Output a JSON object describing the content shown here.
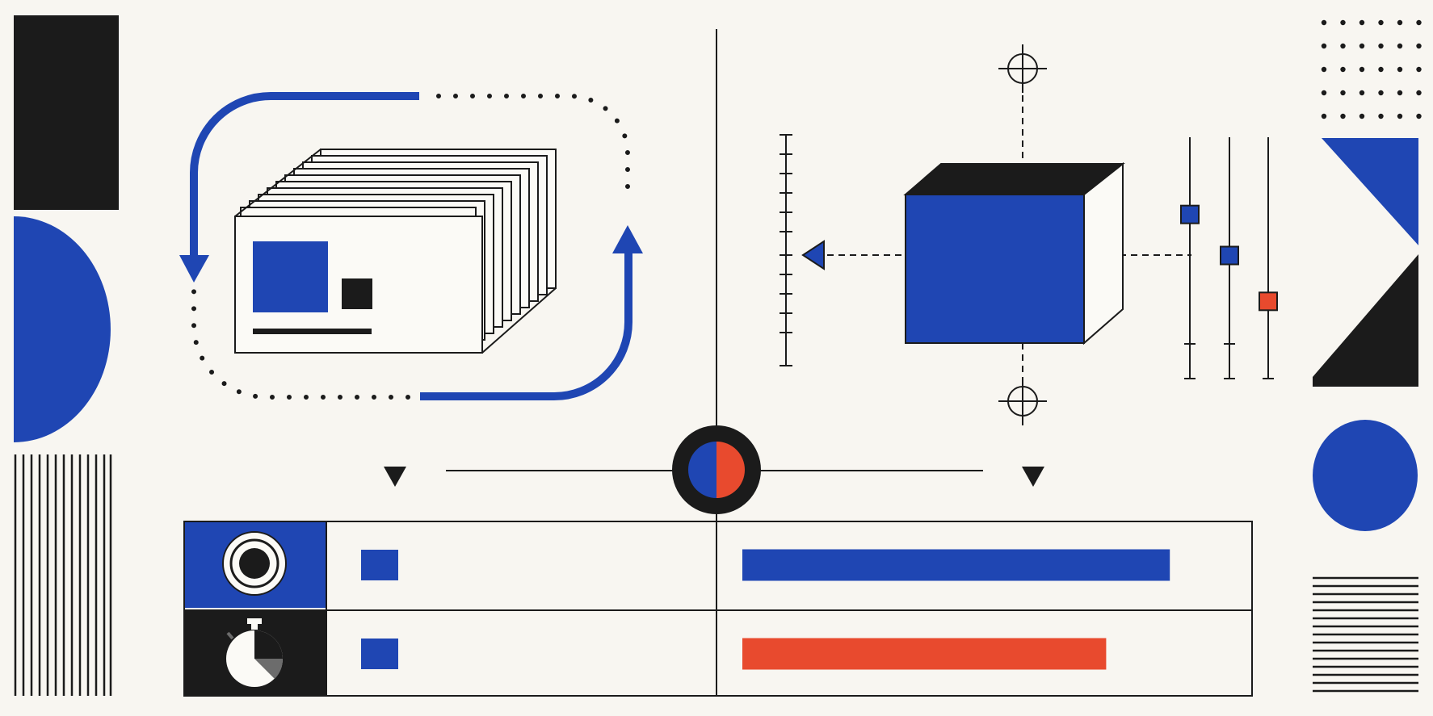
{
  "palette": {
    "background": "#f8f6f1",
    "ink": "#1b1b1b",
    "blue": "#1f46b3",
    "red": "#e84a2e",
    "paper": "#fbfaf6"
  },
  "icons": {
    "cycle_arrows": "loop-arrows-icon",
    "card_stack": "stacked-cards-icon",
    "measure_ruler": "ruler-icon",
    "cube": "cube-icon",
    "crosshair": "crosshair-icon",
    "sliders": "slider-controls-icon",
    "center_node": "split-circle-icon",
    "target": "target-icon",
    "stopwatch": "stopwatch-icon"
  },
  "table": {
    "rows": [
      {
        "icon": "target-icon",
        "icon_bg": "#1f46b3",
        "marker_color": "#1f46b3",
        "bar_color": "#1f46b3",
        "bar_fraction": 0.94
      },
      {
        "icon": "stopwatch-icon",
        "icon_bg": "#1b1b1b",
        "marker_color": "#1f46b3",
        "bar_color": "#e84a2e",
        "bar_fraction": 0.8
      }
    ]
  },
  "sliders": [
    {
      "color": "#1f46b3",
      "level": 0.68
    },
    {
      "color": "#1f46b3",
      "level": 0.51
    },
    {
      "color": "#e84a2e",
      "level": 0.32
    }
  ]
}
